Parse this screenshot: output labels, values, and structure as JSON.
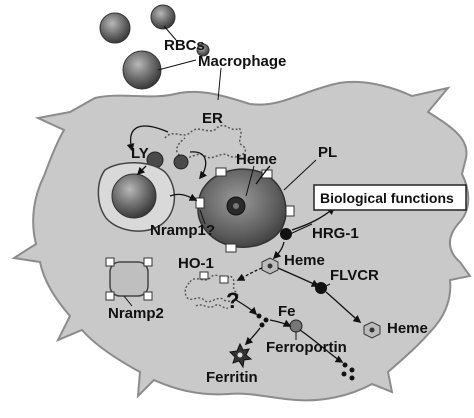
{
  "labels": {
    "rbcs": "RBCs",
    "macrophage": "Macrophage",
    "er": "ER",
    "ly": "LY",
    "pl": "PL",
    "heme_top": "Heme",
    "nramp1": "Nramp1?",
    "hrg1": "HRG-1",
    "heme_mid": "Heme",
    "flvcr": "FLVCR",
    "heme_right": "Heme",
    "ho1": "HO-1",
    "question": "?",
    "nramp2": "Nramp2",
    "fe": "Fe",
    "ferroportin": "Ferroportin",
    "ferritin": "Ferritin",
    "biological_functions": "Biological functions"
  },
  "colors": {
    "cell_body": "#c9c9c9",
    "cell_outline": "#8c8c8c",
    "phagolysosome": "#6e6e6e",
    "rbc": "#7a7a7a",
    "dark_marker": "#111111"
  }
}
